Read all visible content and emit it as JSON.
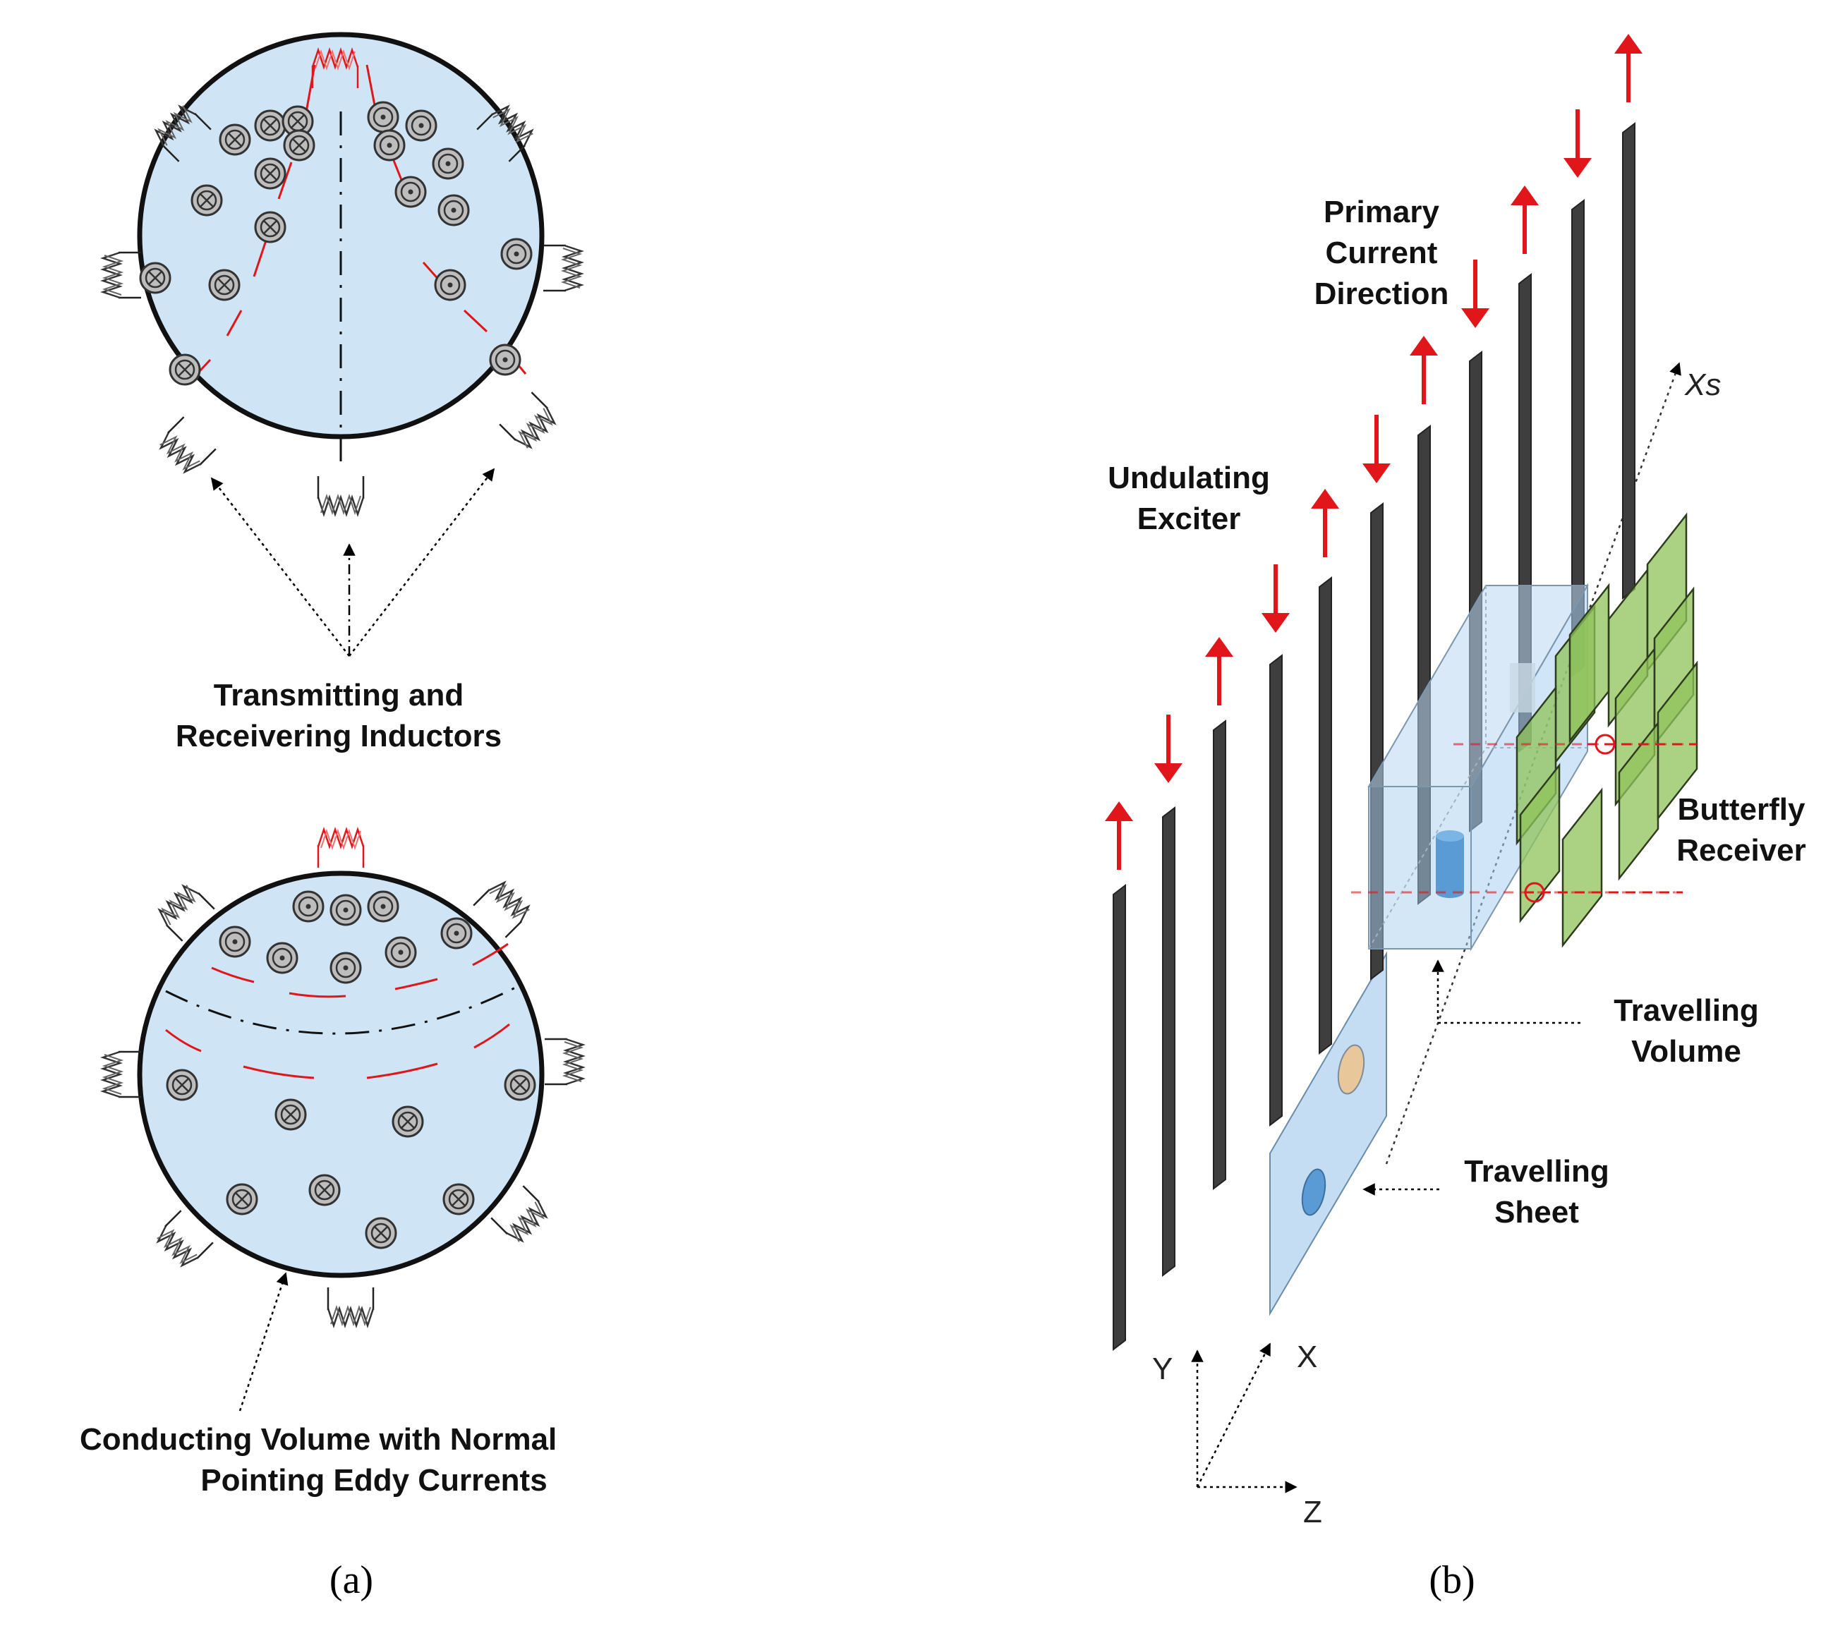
{
  "panel_a": {
    "label_inductors": [
      "Transmitting and",
      "Receivering Inductors"
    ],
    "label_volume": [
      "Conducting Volume with Normal",
      "Pointing Eddy Currents"
    ],
    "caption": "(a)"
  },
  "panel_b": {
    "label_primary": [
      "Primary",
      "Current",
      "Direction"
    ],
    "label_exciter": [
      "Undulating",
      "Exciter"
    ],
    "label_receiver": [
      "Butterfly",
      "Receiver"
    ],
    "label_travel_volume": [
      "Travelling",
      "Volume"
    ],
    "label_travel_sheet": [
      "Travelling",
      "Sheet"
    ],
    "axis_xs": "Xs",
    "axis_x": "X",
    "axis_y": "Y",
    "axis_z": "Z",
    "caption": "(b)"
  },
  "colors": {
    "disc_fill": "#cfe5f5",
    "current_red": "#e0161b",
    "bar_dark": "#404040",
    "receiver_green": "#8fc35a",
    "volume_blue": "#a9cff0"
  }
}
